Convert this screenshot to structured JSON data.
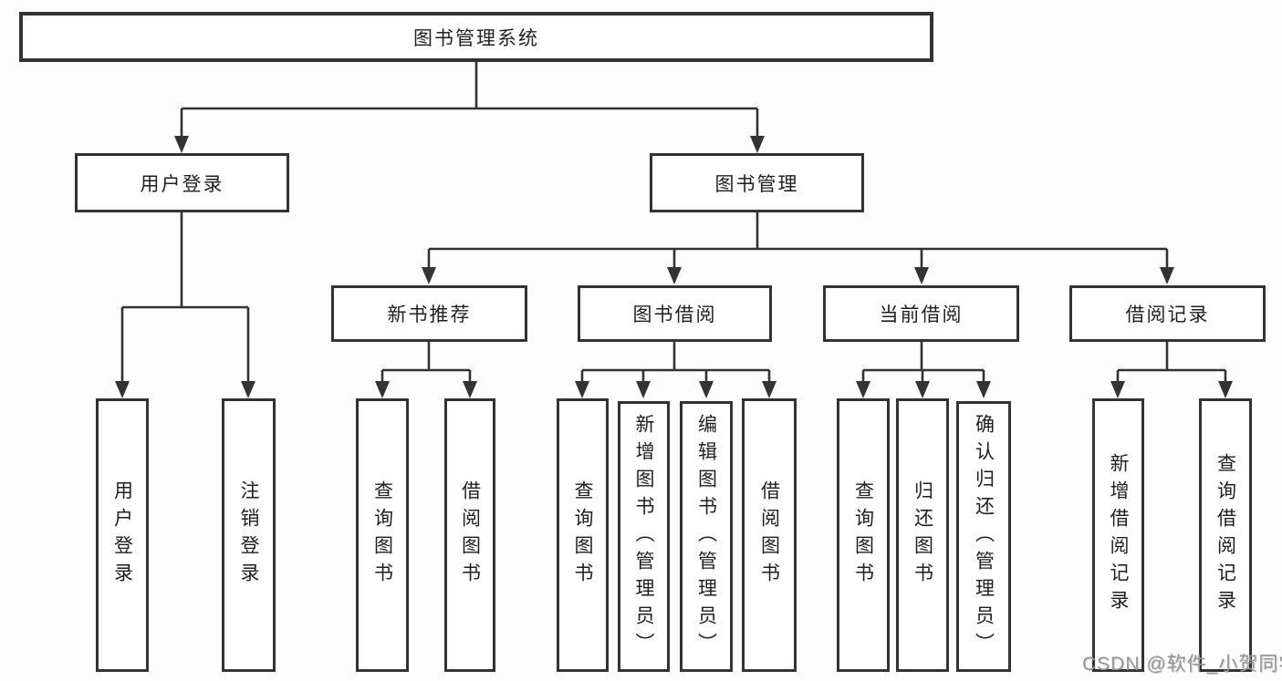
{
  "diagram": {
    "title": "图书管理系统",
    "watermark": "CSDN @软件_小贺同学"
  },
  "nodes": {
    "root": {
      "label": "图书管理系统"
    },
    "user_login": {
      "label": "用户登录"
    },
    "book_mgmt": {
      "label": "图书管理"
    },
    "new_book_rec": {
      "label": "新书推荐"
    },
    "book_borrow": {
      "label": "图书借阅"
    },
    "current_borrow": {
      "label": "当前借阅"
    },
    "borrow_record": {
      "label": "借阅记录"
    },
    "leaf_user_login": {
      "label": "用户登录"
    },
    "leaf_logout": {
      "label": "注销登录"
    },
    "leaf_query_book_1": {
      "label": "查询图书"
    },
    "leaf_borrow_book_1": {
      "label": "借阅图书"
    },
    "leaf_query_book_2": {
      "label": "查询图书"
    },
    "leaf_add_book": {
      "label": "新增图书（管理员）"
    },
    "leaf_edit_book": {
      "label": "编辑图书（管理员）"
    },
    "leaf_borrow_book_2": {
      "label": "借阅图书"
    },
    "leaf_query_book_3": {
      "label": "查询图书"
    },
    "leaf_return_book": {
      "label": "归还图书"
    },
    "leaf_confirm_return": {
      "label": "确认归还（管理员）"
    },
    "leaf_add_record": {
      "label": "新增借阅记录"
    },
    "leaf_query_record": {
      "label": "查询借阅记录"
    }
  },
  "edges": [
    {
      "from": "图书管理系统",
      "to": "用户登录"
    },
    {
      "from": "图书管理系统",
      "to": "图书管理"
    },
    {
      "from": "用户登录",
      "to": "用户登录"
    },
    {
      "from": "用户登录",
      "to": "注销登录"
    },
    {
      "from": "图书管理",
      "to": "新书推荐"
    },
    {
      "from": "图书管理",
      "to": "图书借阅"
    },
    {
      "from": "图书管理",
      "to": "当前借阅"
    },
    {
      "from": "图书管理",
      "to": "借阅记录"
    },
    {
      "from": "新书推荐",
      "to": "查询图书"
    },
    {
      "from": "新书推荐",
      "to": "借阅图书"
    },
    {
      "from": "图书借阅",
      "to": "查询图书"
    },
    {
      "from": "图书借阅",
      "to": "新增图书（管理员）"
    },
    {
      "from": "图书借阅",
      "to": "编辑图书（管理员）"
    },
    {
      "from": "图书借阅",
      "to": "借阅图书"
    },
    {
      "from": "当前借阅",
      "to": "查询图书"
    },
    {
      "from": "当前借阅",
      "to": "归还图书"
    },
    {
      "from": "当前借阅",
      "to": "确认归还（管理员）"
    },
    {
      "from": "借阅记录",
      "to": "新增借阅记录"
    },
    {
      "from": "借阅记录",
      "to": "查询借阅记录"
    }
  ],
  "colors": {
    "line": "#333333",
    "box_border": "#333333",
    "box_fill": "#ffffff",
    "text": "#1f1f1f",
    "watermark": "#979797",
    "background": "#fdfdfd"
  }
}
